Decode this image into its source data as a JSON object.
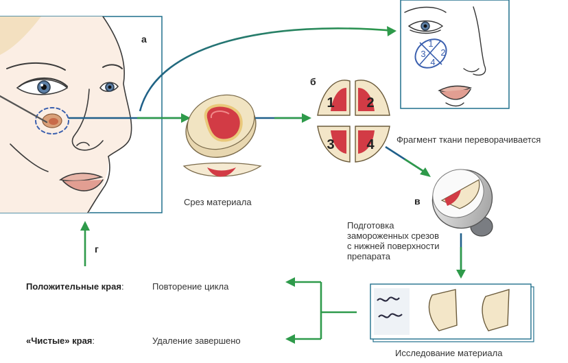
{
  "labels": {
    "a": "а",
    "b": "б",
    "v": "в",
    "g": "г"
  },
  "captions": {
    "slice": "Срез материала",
    "flip": "Фрагмент ткани переворачивается",
    "prep_line1": "Подготовка",
    "prep_line2": "замороженных срезов",
    "prep_line3": "с нижней поверхности",
    "prep_line4": "препарата",
    "exam": "Исследование материала"
  },
  "outcomes": {
    "positive_label": "Положительные края",
    "positive_suffix": ":",
    "positive_action": "Повторение цикла",
    "clean_label": "«Чистые» края",
    "clean_suffix": ":",
    "clean_action": "Удаление завершено"
  },
  "quadrants": [
    "1",
    "2",
    "3",
    "4"
  ],
  "colors": {
    "frame": "#1f6f8b",
    "arrow_green": "#2e9a4a",
    "arrow_blue": "#1f5f8a",
    "tissue": "#d23b45",
    "tissue_rim": "#e9c87a",
    "map_blue": "#3a5fae"
  }
}
